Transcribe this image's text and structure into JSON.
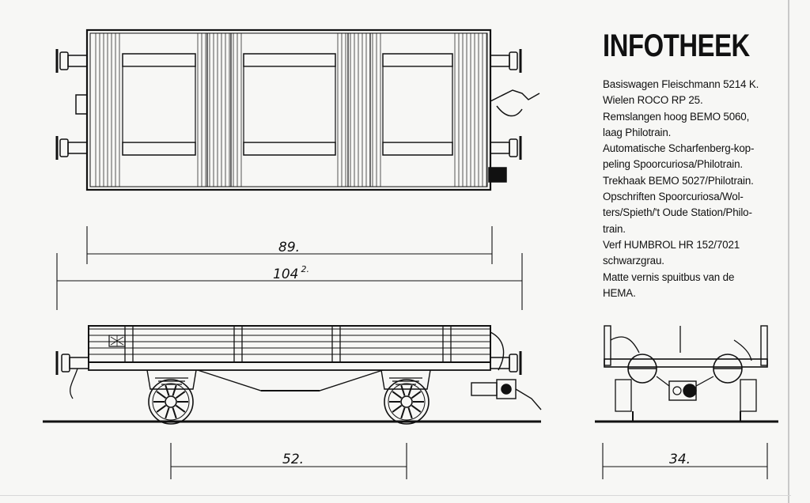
{
  "infotheek": {
    "title": "INFOTHEEK",
    "lines": [
      "Basiswagen Fleischmann 5214 K.",
      "Wielen ROCO RP 25.",
      "Remslangen hoog BEMO 5060,",
      "laag Philotrain.",
      "Automatische Scharfenberg-kop-",
      "peling Spoorcuriosa/Philotrain.",
      "Trekhaak BEMO 5027/Philotrain.",
      "Opschriften Spoorcuriosa/Wol-",
      "ters/Spieth/'t Oude Station/Philo-",
      "train.",
      "Verf HUMBROL HR 152/7021",
      "schwarzgrau.",
      "Matte vernis spuitbus van de",
      "HEMA."
    ]
  },
  "dimensions": {
    "wheelbase_span": "89.",
    "length_main": "104",
    "length_sup": "2.",
    "axle_distance": "52.",
    "end_width": "34."
  }
}
